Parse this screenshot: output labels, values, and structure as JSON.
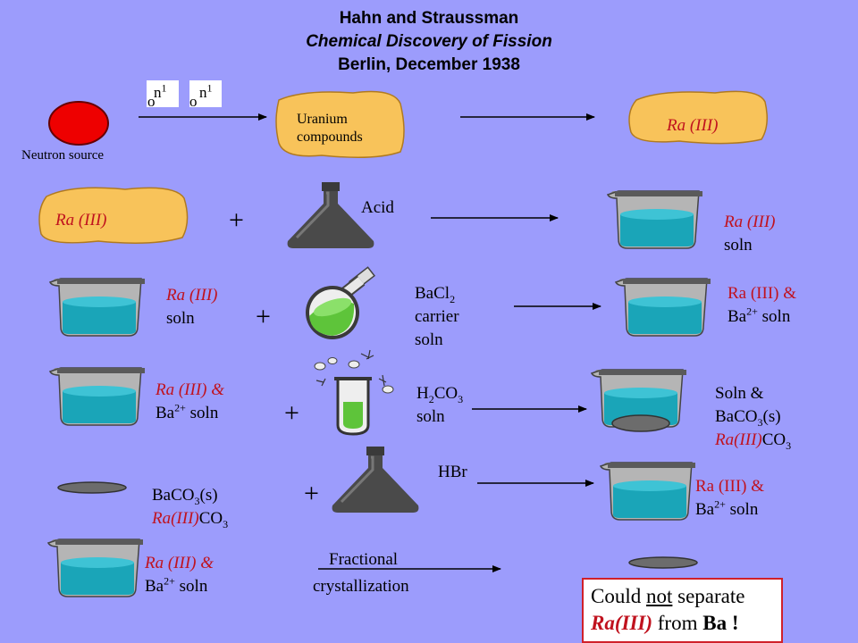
{
  "title": {
    "line1": "Hahn and Straussman",
    "line2": "Chemical Discovery of Fission",
    "line3": "Berlin, December 1938"
  },
  "row1": {
    "neutron_source": "Neutron source",
    "neutron_symbol": "n",
    "neutron_mass": "1",
    "neutron_charge": "o",
    "uranium_line1": "Uranium",
    "uranium_line2": "compounds",
    "product": "Ra (III)"
  },
  "row2": {
    "reactant": "Ra (III)",
    "plus": "+",
    "acid": "Acid",
    "product_line1": "Ra (III)",
    "product_line2": "soln"
  },
  "row3": {
    "reactant_line1": "Ra (III)",
    "reactant_line2": "soln",
    "plus": "+",
    "reagent_formula": "BaCl",
    "reagent_sub": "2",
    "reagent_line2": "carrier",
    "reagent_line3": "soln",
    "product_ra": "Ra (III) &",
    "product_ba": "Ba",
    "product_ba_sup": "2+",
    "product_soln": " soln"
  },
  "row4": {
    "reactant_ra": "Ra (III) &",
    "reactant_ba": "Ba",
    "reactant_ba_sup": "2+",
    "reactant_soln": " soln",
    "plus": "+",
    "reagent_h": "H",
    "reagent_h_sub": "2",
    "reagent_co": "CO",
    "reagent_co_sub": "3",
    "reagent_line2": "soln",
    "product_line1": "Soln &",
    "product_baco": "BaCO",
    "product_baco_sub": "3",
    "product_baco_state": "(s)",
    "product_ra": "Ra(III)",
    "product_co": "CO",
    "product_co_sub": "3"
  },
  "row5": {
    "reactant_baco": "BaCO",
    "reactant_baco_sub": "3",
    "reactant_baco_state": "(s)",
    "reactant_ra": "Ra(III)",
    "reactant_co": "CO",
    "reactant_co_sub": "3",
    "plus": "+",
    "reagent": "HBr",
    "product_ra": "Ra (III) &",
    "product_ba": "Ba",
    "product_ba_sup": "2+",
    "product_soln": " soln"
  },
  "row6": {
    "reactant_ra": "Ra (III) &",
    "reactant_ba": "Ba",
    "reactant_ba_sup": "2+",
    "reactant_soln": " soln",
    "process_line1": "Fractional",
    "process_line2": "crystallization"
  },
  "conclusion": {
    "part1": "Could ",
    "not": "not",
    "part2": " separate",
    "ra": "Ra(III)",
    "part3": " from ",
    "ba": "Ba !"
  },
  "colors": {
    "background": "#9c9cfc",
    "blob": "#f8c35a",
    "solution": "#1aa5b8",
    "glass": "#4a4a4a",
    "green_liquid": "#5ec43a",
    "red_text": "#c0121e",
    "neutron_source": "#ee0000"
  }
}
